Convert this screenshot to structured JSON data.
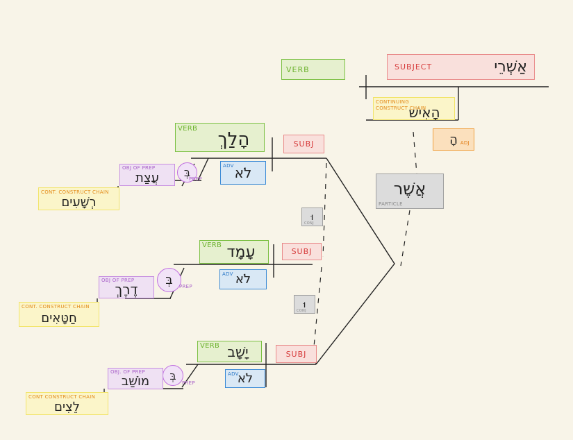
{
  "labels": {
    "verb": "VERB",
    "subject": "SUBJECT",
    "subj": "SUBJ",
    "adv": "ADV",
    "adj": "ADJ",
    "conj": "CONJ",
    "particle": "PARTICLE",
    "obj_of_prep": "OBJ OF PREP",
    "obj_of_prep_b": "OBJ. OF PREP",
    "prep": "PREP",
    "continuing_construct_chain": "CONTINUING CONSTRUCT CHAIN",
    "cont_construct_chain_1": "CONT. CONSTRUCT CHAIN",
    "cont_construct_chain_2": "CONT. CONSTRUCT CHAIN",
    "cont_construct_chain_3": "CONT CONSTRUCT CHAIN"
  },
  "words": {
    "subject": "אַשְׁרֵי",
    "construct_noun": "הָאִישׁ",
    "article": "הָ",
    "relative": "אֲשֶׁר",
    "verb1": "הָלַךְ",
    "verb2": "עָמָד",
    "verb3": "יָשָׁב",
    "neg": "לֹא",
    "prep": "בְּ",
    "obj1": "עֲצַת",
    "obj2": "דֶרֶךְ",
    "obj3": "מוֹשַׁב",
    "chain1": "רְשָׁעִים",
    "chain2": "חַטָּאִים",
    "chain3": "לֵצִים",
    "conj": "וּ"
  },
  "colors": {
    "green": "#7bc043",
    "red": "#e98a8a",
    "blue": "#3a8ad6",
    "purple": "#c68de0",
    "yellow": "#f2e46a",
    "orange": "#f0a040",
    "gray": "#a0a0a0",
    "ink": "#222222"
  }
}
